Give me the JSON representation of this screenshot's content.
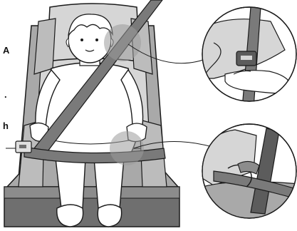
{
  "edge_labels": {
    "top": "A",
    "middle": "h"
  },
  "colors": {
    "outline": "#1a1a1a",
    "seat_light": "#d6d6d6",
    "seat_mid": "#a9a9a9",
    "seat_dark": "#6f6f6f",
    "base_dark": "#5c5c5c",
    "belt": "#7a7a7a",
    "highlight": "#bcbcbc",
    "skin": "#ffffff"
  },
  "icons": [
    "child-figure",
    "booster-seat",
    "shoulder-belt",
    "lap-belt",
    "buckle",
    "belt-guide-callout",
    "lap-guide-callout"
  ]
}
